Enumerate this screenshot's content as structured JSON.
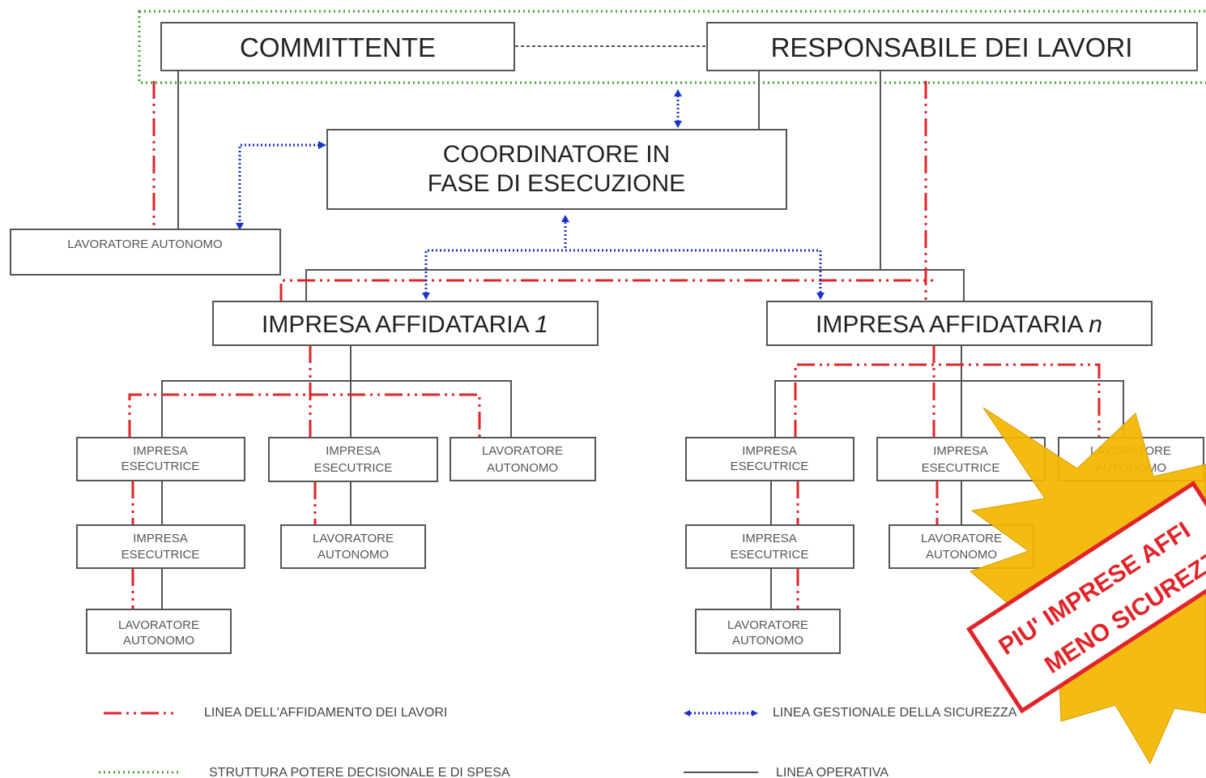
{
  "nodes": {
    "committente": "COMMITTENTE",
    "responsabile": "RESPONSABILE DEI LAVORI",
    "coordinatore_1": "COORDINATORE IN",
    "coordinatore_2": "FASE DI ESECUZIONE",
    "lav_autonomo_top": "LAVORATORE AUTONOMO",
    "impresa_aff_1": "IMPRESA AFFIDATARIA ",
    "impresa_aff_1_suffix": "1",
    "impresa_aff_n": "IMPRESA AFFIDATARIA ",
    "impresa_aff_n_suffix": "n",
    "impresa": "IMPRESA",
    "esecutrice": "ESECUTRICE",
    "lavoratore": "LAVORATORE",
    "autonomo": "AUTONOMO"
  },
  "legend": {
    "affidamento": "LINEA DELL'AFFIDAMENTO DEI LAVORI",
    "gestionale": "LINEA GESTIONALE DELLA SICUREZZA",
    "decisionale": "STRUTTURA POTERE DECISIONALE E DI SPESA",
    "operativa": "LINEA OPERATIVA"
  },
  "stamp": {
    "line1": "PIU' IMPRESE AFFI",
    "line2": "MENO SICUREZZ"
  },
  "colors": {
    "affidamento": "#e0242a",
    "gestionale": "#1a33c9",
    "decisionale": "#3ea32f",
    "operativa": "#555555",
    "starburst": "#f3b600"
  }
}
